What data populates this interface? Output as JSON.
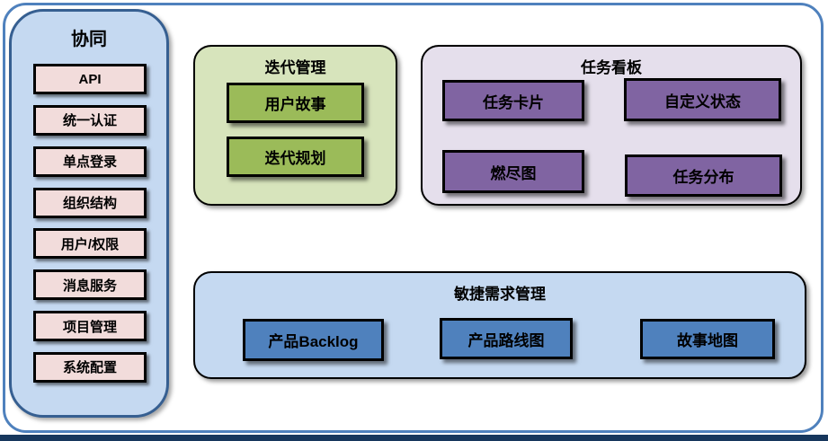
{
  "colors": {
    "outer_border": "#4F81BD",
    "bottom_bar": "#17375D",
    "sidebar_bg": "#C5D9F1",
    "sidebar_border": "#365F91",
    "sidebar_item_bg": "#F2DCDB",
    "iteration_panel_bg": "#D7E4BC",
    "iteration_item_bg": "#9BBB59",
    "taskboard_panel_bg": "#E5DFEC",
    "taskboard_item_bg": "#8064A2",
    "agile_panel_bg": "#C5D9F1",
    "agile_item_bg": "#4F81BD"
  },
  "sidebar": {
    "title": "协同",
    "items": [
      {
        "label": "API"
      },
      {
        "label": "统一认证"
      },
      {
        "label": "单点登录"
      },
      {
        "label": "组织结构"
      },
      {
        "label": "用户/权限"
      },
      {
        "label": "消息服务"
      },
      {
        "label": "项目管理"
      },
      {
        "label": "系统配置"
      }
    ]
  },
  "panels": [
    {
      "title": "迭代管理",
      "items": [
        "用户故事",
        "迭代规划"
      ]
    },
    {
      "title": "任务看板",
      "items": [
        "任务卡片",
        "自定义状态",
        "燃尽图",
        "任务分布"
      ]
    },
    {
      "title": "敏捷需求管理",
      "items": [
        "产品Backlog",
        "产品路线图",
        "故事地图"
      ]
    }
  ]
}
